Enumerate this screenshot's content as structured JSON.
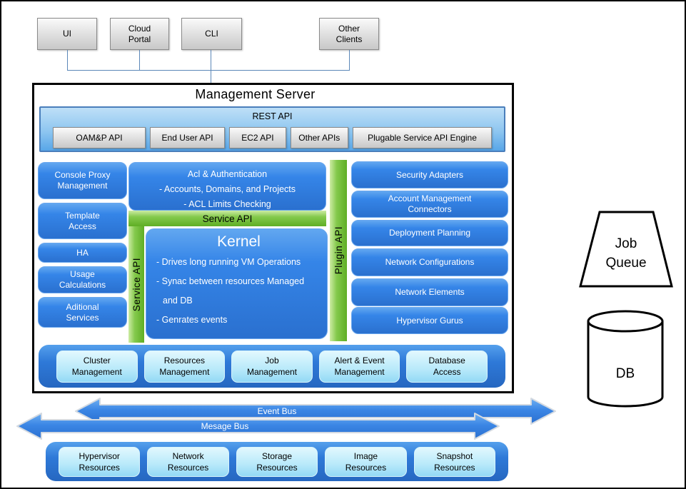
{
  "clients": {
    "items": [
      "UI",
      "Cloud\nPortal",
      "CLI",
      "Other\nClients"
    ]
  },
  "management_server": {
    "title": "Management Server",
    "rest_api": {
      "label": "REST API",
      "apis": [
        "OAM&P API",
        "End User API",
        "EC2 API",
        "Other APIs",
        "Plugable Service API Engine"
      ]
    },
    "left_services": [
      "Console Proxy\nManagement",
      "Template\nAccess",
      "HA",
      "Usage\nCalculations",
      "Aditional\nServices"
    ],
    "acl": {
      "lines": [
        "Acl & Authentication",
        "- Accounts, Domains, and Projects",
        "- ACL Limits Checking"
      ]
    },
    "service_api_banner": "Service API",
    "service_api_vertical": "Service API",
    "plugin_api_vertical": "Plugin API",
    "kernel": {
      "title": "Kernel",
      "lines": [
        "- Drives long running VM Operations",
        "- Synac between resources Managed",
        "and DB",
        "- Genrates events"
      ]
    },
    "plugins": [
      "Security Adapters",
      "Account Management\nConnectors",
      "Deployment Planning",
      "Network Configurations",
      "Network Elements",
      "Hypervisor Gurus"
    ],
    "managers": [
      "Cluster\nManagement",
      "Resources\nManagement",
      "Job\nManagement",
      "Alert & Event\nManagement",
      "Database\nAccess"
    ]
  },
  "buses": {
    "event": "Event Bus",
    "message": "Mesage Bus"
  },
  "resources": [
    "Hypervisor\nResources",
    "Network\nResources",
    "Storage\nResources",
    "Image\nResources",
    "Snapshot\nResources"
  ],
  "job_queue": "Job\nQueue",
  "db": "DB",
  "colors": {
    "node_blue": "#2f7ce0",
    "container_blue": "#2e77d6",
    "green": "#76c13e",
    "cyan_box": "#b7e9fa",
    "rest_panel": "#8ec6f0",
    "gray_box": "#d9d9d9",
    "arrow_blue": "#3b82e0",
    "connector_line": "#5b87b8",
    "border_black": "#000000"
  }
}
